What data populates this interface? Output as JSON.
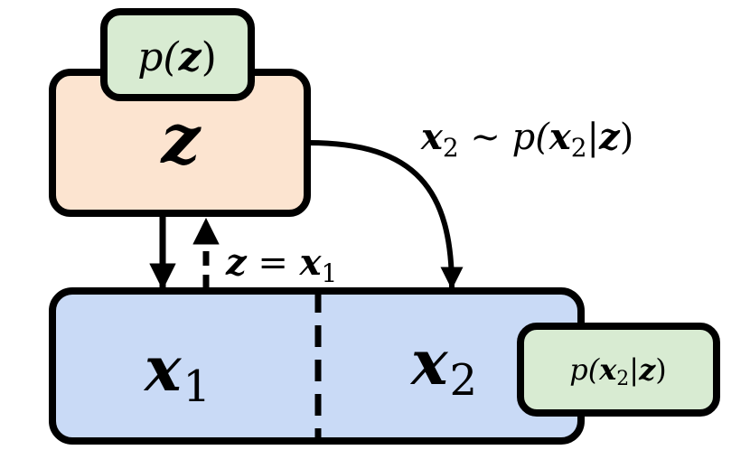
{
  "colors": {
    "latent_fill": "#fce4d0",
    "observed_fill": "#c9daf6",
    "prior_fill": "#d8ebd2",
    "stroke": "#000000"
  },
  "latent": {
    "var": "z"
  },
  "prior": {
    "p": "p(",
    "var": "z",
    "close": ")"
  },
  "observed": {
    "x1": {
      "var": "x",
      "sub": "1"
    },
    "x2": {
      "var": "x",
      "sub": "2"
    }
  },
  "conditional": {
    "p": "p(",
    "var_x": "x",
    "sub": "2",
    "bar": "|",
    "var_z": "z",
    "close": ")"
  },
  "labels": {
    "sample": {
      "x": "x",
      "sub": "2",
      "tilde": " ∼ ",
      "p": "p(",
      "x2": "x",
      "sub2": "2",
      "bar": "|",
      "z": "z",
      "close": ")"
    },
    "assign": {
      "z": "z",
      "eq": " = ",
      "x": "x",
      "sub": "1"
    }
  }
}
